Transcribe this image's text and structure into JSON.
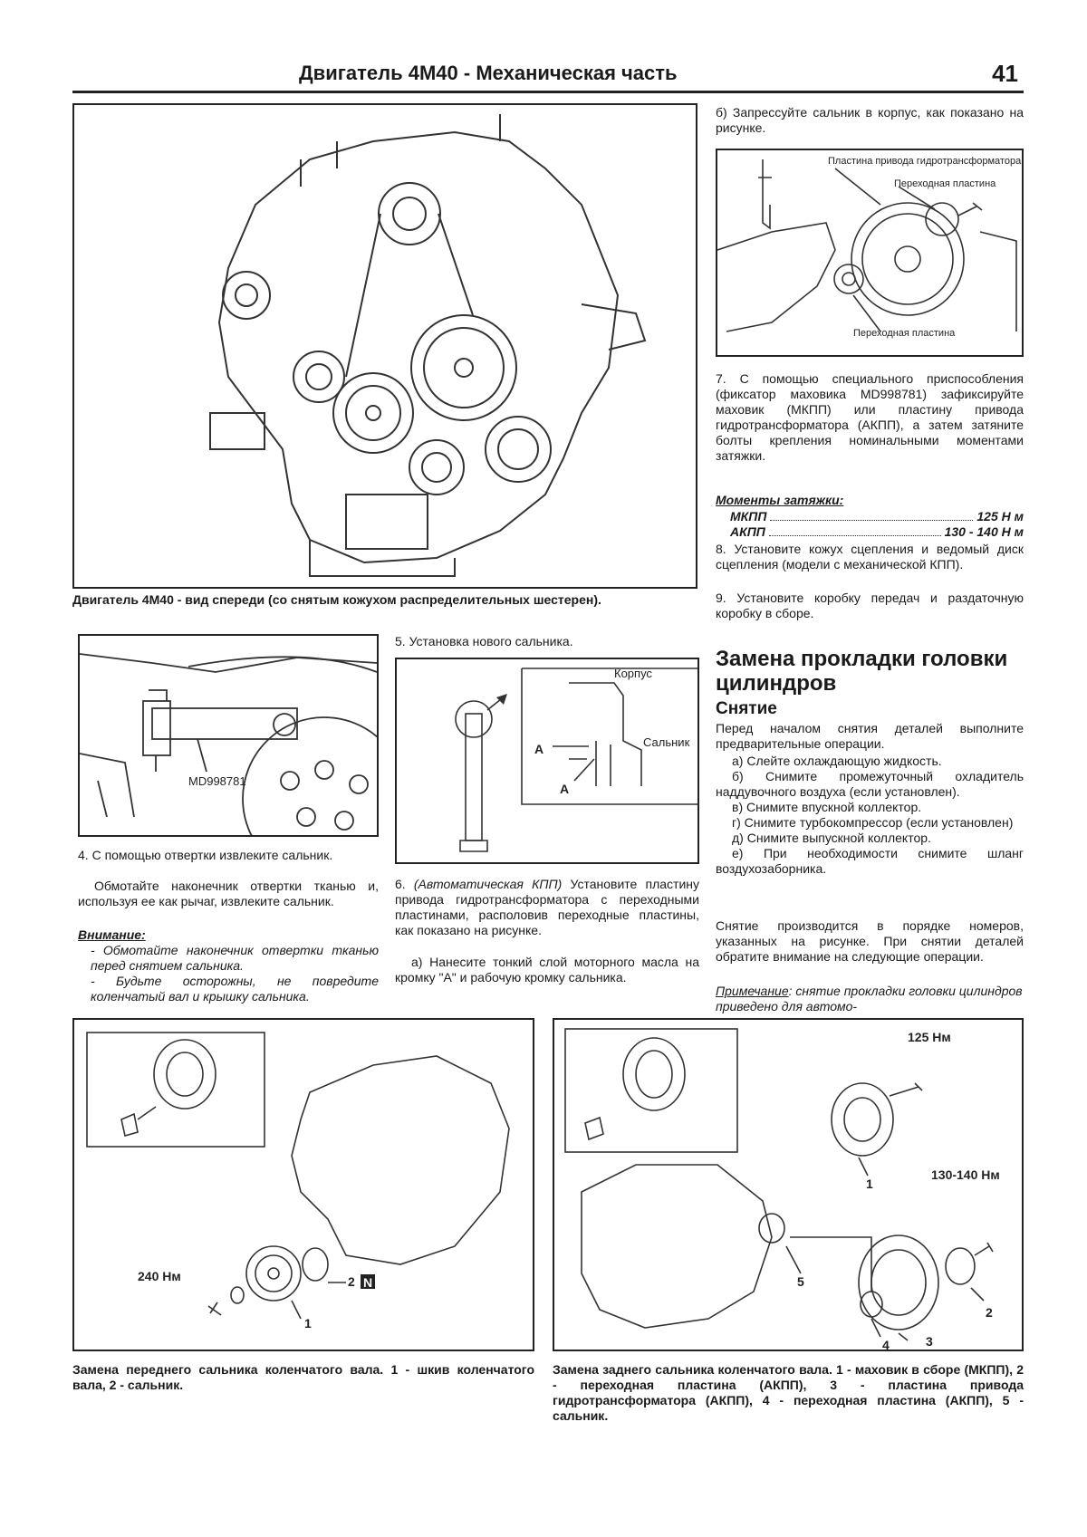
{
  "header": {
    "title": "Двигатель 4M40 - Механическая часть",
    "page_number": "41"
  },
  "fig_engine": {
    "caption": "Двигатель 4M40 - вид спереди (со снятым кожухом распределительных шестерен)."
  },
  "fig_flywheel_plate": {
    "label_plate": "Пластина привода гидротрансформатора",
    "label_adapter_top": "Переходная пластина",
    "label_adapter_bottom": "Переходная пластина"
  },
  "fig_tool": {
    "tool_label": "MD998781"
  },
  "fig_seal": {
    "label_body": "Корпус",
    "label_a1": "A",
    "label_a2": "A",
    "label_seal": "Сальник"
  },
  "right_col": {
    "step_b": "б) Запрессуйте сальник в корпус, как показано на рисунке.",
    "step7": "7. С помощью специального приспособления (фиксатор маховика MD998781) зафиксируйте маховик (МКПП) или пластину привода гидротрансформатора (АКПП), а затем затяните болты крепления номинальными моментами затяжки.",
    "torque_title": "Моменты затяжки:",
    "torque_rows": [
      {
        "name": "МКПП",
        "value": "125 Н м"
      },
      {
        "name": "АКПП",
        "value": "130 - 140 Н м"
      }
    ],
    "step8": "8. Установите кожух сцепления и ведомый диск сцепления (модели с механической КПП).",
    "step9": "9. Установите коробку передач и раздаточную коробку в сборе.",
    "section_title": "Замена прокладки головки цилиндров",
    "subsection_title": "Снятие",
    "intro": "Перед началом снятия деталей выполните предварительные операции.",
    "prelim_ops": [
      "а) Слейте охлаждающую жидкость.",
      "б) Снимите промежуточный охладитель наддувочного воздуха (если установлен).",
      "в) Снимите впускной коллектор.",
      "г) Снимите турбокомпрессор (если установлен)",
      "д) Снимите выпускной коллектор.",
      "е) При необходимости снимите шланг воздухозаборника."
    ],
    "order_note": "Снятие производится в порядке номеров, указанных на рисунке. При снятии деталей обратите внимание на следующие операции.",
    "note_label": "Примечание",
    "note_text": ": снятие прокладки головки цилиндров приведено для автомо-"
  },
  "left_col": {
    "step4": "4. С помощью отвертки извлеките сальник.",
    "step4_detail": "Обмотайте наконечник отвертки тканью и, используя ее как рычаг, извлеките сальник.",
    "warning_label": "Внимание:",
    "warnings": [
      "- Обмотайте наконечник отвертки тканью перед снятием сальника.",
      "- Будьте осторожны, не повредите коленчатый вал и крышку сальника."
    ]
  },
  "mid_col": {
    "step5": "5. Установка нового сальника.",
    "step6_num": "6. ",
    "step6_italic": "(Автоматическая КПП)",
    "step6_text": " Установите пластину привода гидротрансформатора с переходными пластинами, располовив переходные пластины, как показано на рисунке.",
    "step6_a": "а) Нанесите тонкий слой моторного масла на кромку \"А\" и рабочую кромку сальника."
  },
  "fig_front_seal": {
    "torque": "240 Нм",
    "callout_1": "1",
    "callout_2": "2",
    "new_part_mark": "N",
    "caption": "Замена переднего сальника коленчатого вала. 1 - шкив коленчатого вала, 2 - сальник."
  },
  "fig_rear_seal": {
    "torque_top": "125 Нм",
    "torque_right": "130-140 Нм",
    "callouts": [
      "1",
      "2",
      "3",
      "4",
      "5"
    ],
    "caption": "Замена заднего сальника коленчатого вала. 1 - маховик в сборе (МКПП), 2 - переходная пластина (АКПП), 3 - пластина привода гидротрансформатора (АКПП), 4 - переходная пластина (АКПП), 5 - сальник."
  }
}
